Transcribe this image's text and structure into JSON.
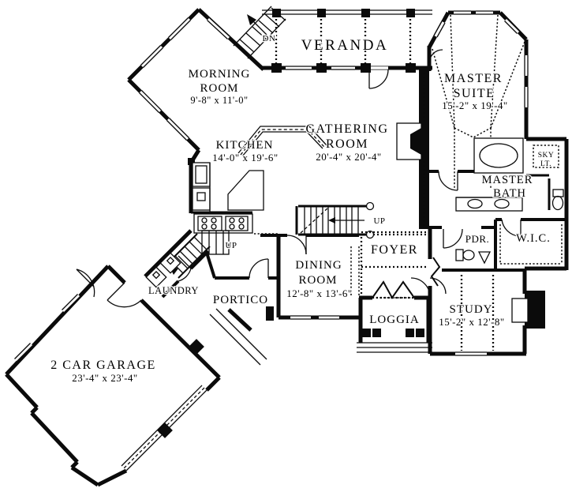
{
  "drawing": {
    "type": "floor-plan",
    "colors": {
      "ink": "#000000",
      "paper": "#ffffff"
    },
    "rooms": {
      "veranda": {
        "name": "VERANDA"
      },
      "morning_room": {
        "name_line1": "MORNING",
        "name_line2": "ROOM",
        "dims": "9'-8\" x 11'-0\""
      },
      "kitchen": {
        "name": "KITCHEN",
        "dims": "14'-0\" x 19'-6\""
      },
      "gathering_room": {
        "name_line1": "GATHERING",
        "name_line2": "ROOM",
        "dims": "20'-4\" x 20'-4\""
      },
      "master_suite": {
        "name_line1": "MASTER",
        "name_line2": "SUITE",
        "dims": "15'-2\" x 19'-4\""
      },
      "master_bath": {
        "name_line1": "MASTER",
        "name_line2": "BATH"
      },
      "walk_in_closet": {
        "name": "W.I.C."
      },
      "powder_room": {
        "name": "PDR."
      },
      "dining_room": {
        "name_line1": "DINING",
        "name_line2": "ROOM",
        "dims": "12'-8\" x 13'-6\""
      },
      "foyer": {
        "name": "FOYER"
      },
      "loggia": {
        "name": "LOGGIA"
      },
      "study": {
        "name": "STUDY",
        "dims": "15'-2\" x 12'-8\""
      },
      "laundry": {
        "name": "LAUNDRY"
      },
      "portico": {
        "name": "PORTICO"
      },
      "garage": {
        "name": "2 CAR GARAGE",
        "dims": "23'-4\" x 23'-4\""
      }
    },
    "annotations": {
      "stairs_down": "DN",
      "stairs_up_main": "UP",
      "stairs_up_back": "UP",
      "skylight_line1": "SKY",
      "skylight_line2": "LT."
    }
  }
}
